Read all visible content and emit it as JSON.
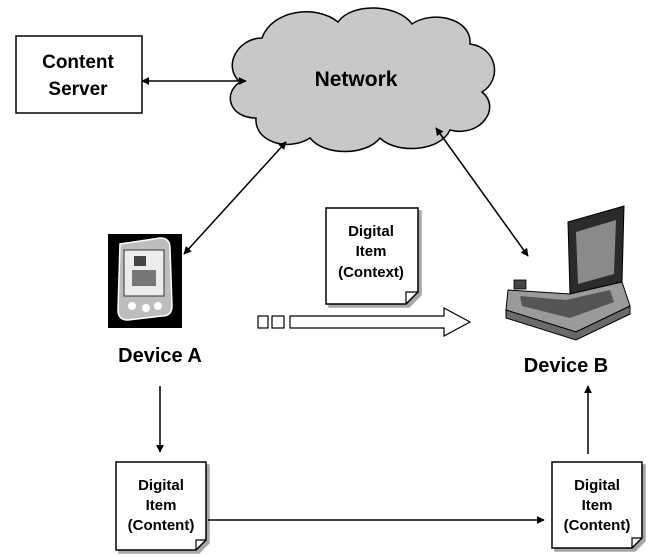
{
  "content_server": {
    "line1": "Content",
    "line2": "Server"
  },
  "network": {
    "label": "Network"
  },
  "device_a": {
    "label": "Device A",
    "icon": "pda-icon"
  },
  "device_b": {
    "label": "Device B",
    "icon": "laptop-icon"
  },
  "context_doc": {
    "line1": "Digital",
    "line2": "Item",
    "line3": "(Context)"
  },
  "content_doc_a": {
    "line1": "Digital",
    "line2": "Item",
    "line3": "(Content)"
  },
  "content_doc_b": {
    "line1": "Digital",
    "line2": "Item",
    "line3": "(Content)"
  },
  "colors": {
    "cloud_fill": "#c8c8c8",
    "stroke": "#000000",
    "background": "#ffffff"
  }
}
